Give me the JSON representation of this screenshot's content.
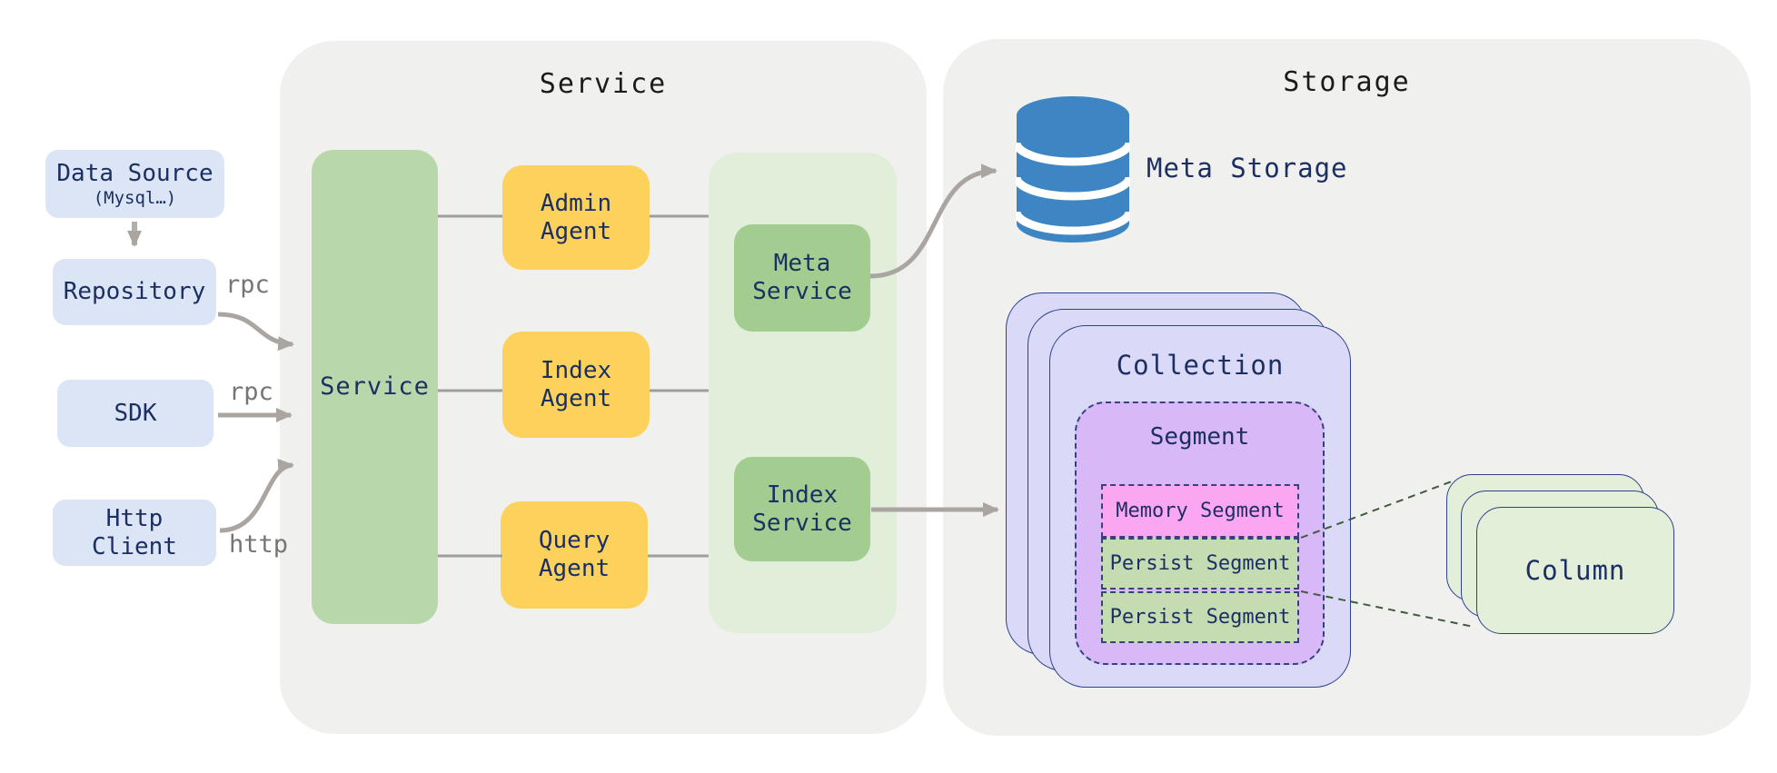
{
  "diagram": {
    "clients": {
      "data_source_title": "Data Source",
      "data_source_subtitle": "(Mysql…)",
      "repository": "Repository",
      "sdk": "SDK",
      "http_client": "Http\nClient"
    },
    "edge_labels": {
      "repository_rpc": "rpc",
      "sdk_rpc": "rpc",
      "http": "http"
    },
    "service": {
      "title": "Service",
      "main_label": "Service",
      "agents": [
        {
          "label": "Admin\nAgent"
        },
        {
          "label": "Index\nAgent"
        },
        {
          "label": "Query\nAgent"
        }
      ],
      "inner_services": [
        {
          "label": "Meta\nService"
        },
        {
          "label": "Index\nService"
        }
      ]
    },
    "storage": {
      "title": "Storage",
      "meta_storage_label": "Meta Storage",
      "collection_label": "Collection",
      "segment_label": "Segment",
      "segments": [
        {
          "label": "Memory Segment"
        },
        {
          "label": "Persist Segment"
        },
        {
          "label": "Persist Segment"
        }
      ],
      "column_label": "Column"
    },
    "colors": {
      "container_gray": "#f0f0ef",
      "client_blue": "#dbe5f5",
      "service_green": "#b8d7aa",
      "panel_green": "#e1eeda",
      "inner_service_green": "#a3cd90",
      "agent_yellow": "#fcd25c",
      "collection_lavender": "#dadaf8",
      "segment_purple": "#d8b8f6",
      "memory_pink": "#fba6f1",
      "persist_green": "#c5dbb2",
      "column_green": "#e3efd8",
      "database_blue": "#3e86c3",
      "navy_text": "#1c2f63",
      "navy_border": "#2c418c",
      "arrow_gray": "#aaa5a1",
      "label_gray": "#757575",
      "dashed_link_green": "#3f5a3c"
    }
  }
}
